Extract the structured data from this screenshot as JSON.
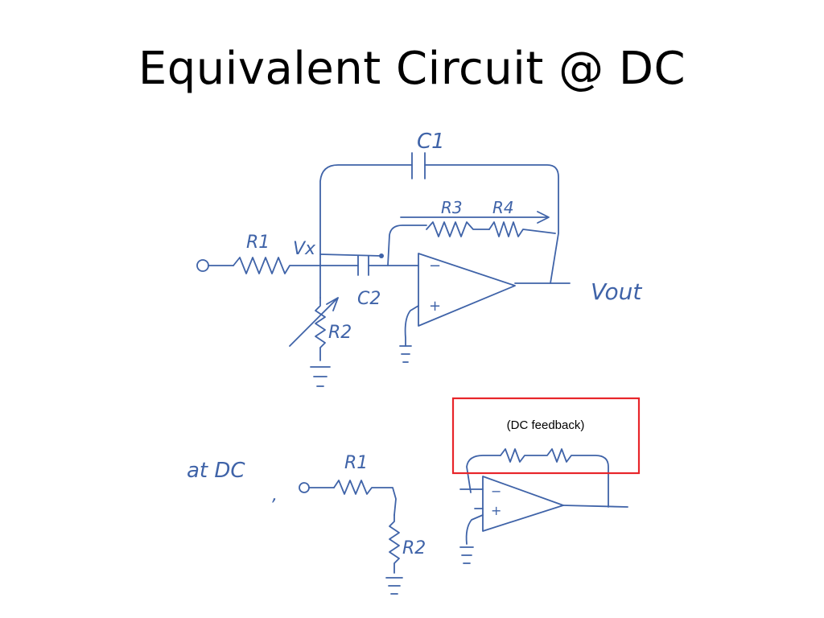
{
  "slide": {
    "title": "Equivalent Circuit @ DC"
  },
  "circuit_top": {
    "c1": "C1",
    "c2": "C2",
    "r1": "R1",
    "r2": "R2",
    "r3": "R3",
    "r4": "R4",
    "vx": "Vx",
    "vout": "Vout",
    "minus": "−",
    "plus": "+"
  },
  "circuit_bottom": {
    "at_dc": "at DC",
    "separator": ",",
    "r1": "R1",
    "r2": "R2",
    "minus": "−",
    "plus": "+"
  },
  "callout": {
    "label": "(DC feedback)",
    "border_color": "#e8252a"
  },
  "ink_color": "#3f63a8"
}
